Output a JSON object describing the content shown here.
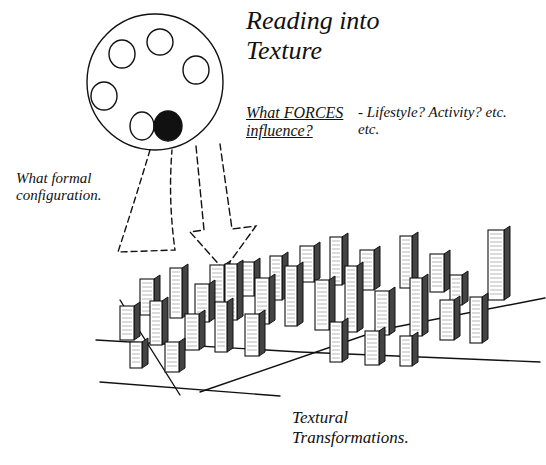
{
  "diagram": {
    "title": "Reading into Texture",
    "labels": [
      "What FORCES influence?",
      "- Lifestyle? Activity? etc. etc.",
      "What formal configuration.",
      "Textural Transformations."
    ]
  }
}
